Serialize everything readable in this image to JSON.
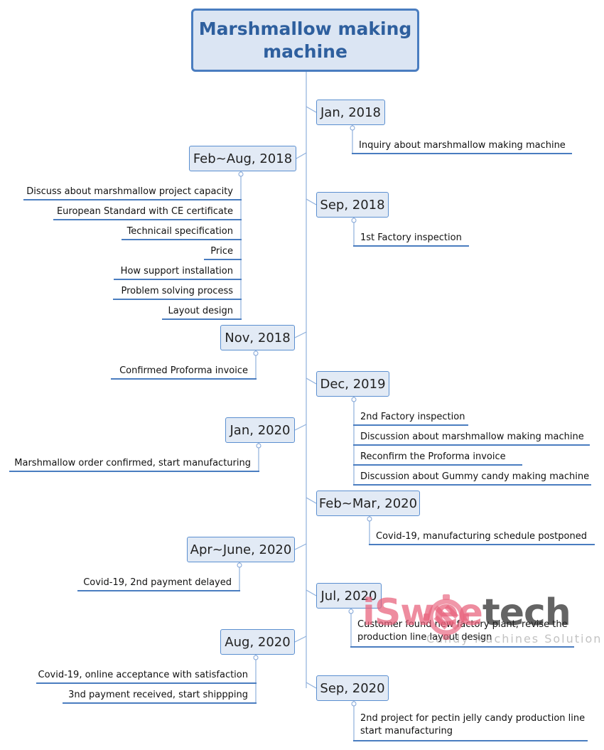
{
  "title": "Marshmallow making machine",
  "milestones": [
    {
      "date": "Jan, 2018",
      "items": [
        "Inquiry about marshmallow making machine"
      ]
    },
    {
      "date": "Feb~Aug, 2018",
      "items": [
        "Discuss about marshmallow project capacity",
        "European Standard with CE certificate",
        "Technicail specification",
        "Price",
        "How support installation",
        "Problem solving process",
        "Layout design"
      ]
    },
    {
      "date": "Sep, 2018",
      "items": [
        "1st Factory inspection"
      ]
    },
    {
      "date": "Nov, 2018",
      "items": [
        "Confirmed Proforma invoice"
      ]
    },
    {
      "date": "Dec, 2019",
      "items": [
        "2nd Factory inspection",
        "Discussion about marshmallow making machine",
        "Reconfirm the Proforma invoice",
        "Discussion about Gummy candy making machine"
      ]
    },
    {
      "date": "Jan, 2020",
      "items": [
        "Marshmallow order confirmed, start manufacturing"
      ]
    },
    {
      "date": "Feb~Mar, 2020",
      "items": [
        "Covid-19, manufacturing schedule postponed"
      ]
    },
    {
      "date": "Apr~June, 2020",
      "items": [
        "Covid-19, 2nd payment delayed"
      ]
    },
    {
      "date": "Jul, 2020",
      "items": [
        "Customer found new factory plant, revise the production line layout design"
      ]
    },
    {
      "date": "Aug, 2020",
      "items": [
        "Covid-19, online acceptance with satisfaction",
        "3nd payment received, start shippping"
      ]
    },
    {
      "date": "Sep, 2020",
      "items": [
        "2nd project for pectin jelly candy production line start manufacturing"
      ]
    }
  ],
  "watermark": {
    "brand_pink": "iSwee",
    "brand_gray": "tech",
    "subtitle": "Candy Machines Solution"
  },
  "colors": {
    "accent": "#4a7dc0",
    "node_fill": "#e2eaf5",
    "line": "#5b8fd0",
    "watermark_pink": "#e8607a"
  }
}
